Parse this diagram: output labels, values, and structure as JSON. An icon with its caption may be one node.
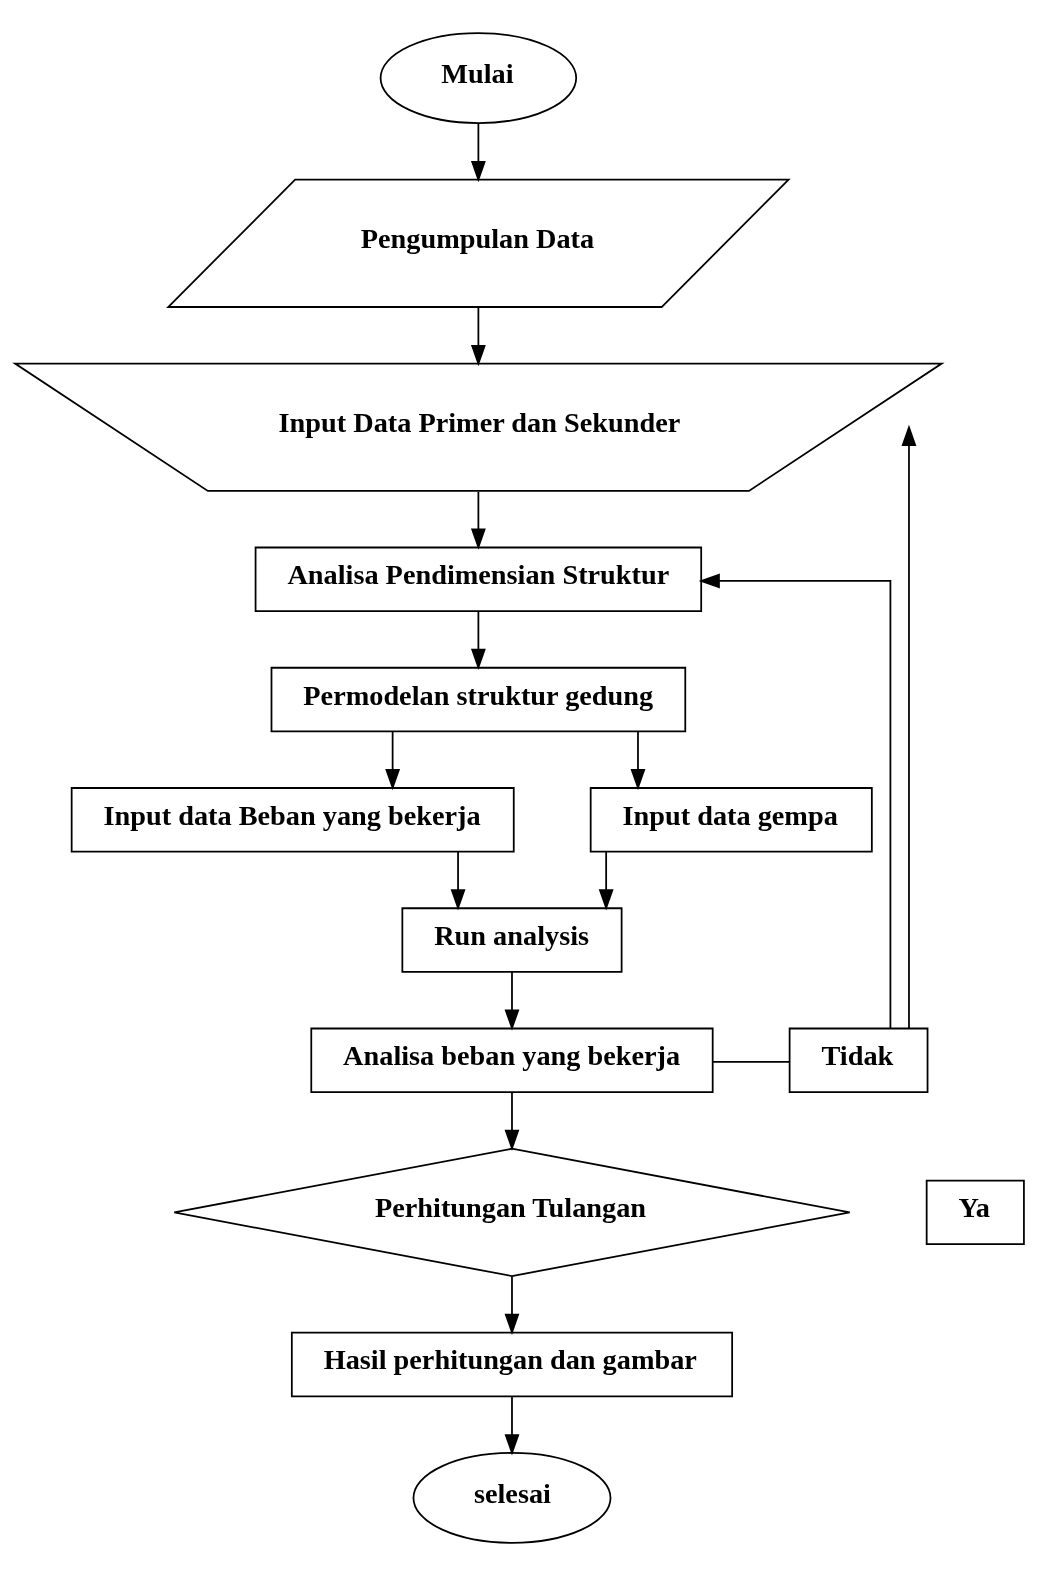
{
  "diagram": {
    "nodes": [
      {
        "text": [
          "Mulai"
        ]
      },
      {
        "text": [
          "Pengumpulan Data"
        ]
      },
      {
        "text": [
          "Input Data Primer dan Sekunder"
        ]
      },
      {
        "text": [
          "Analisa Pendimensian Struktur"
        ]
      },
      {
        "text": [
          "Permodelan struktur gedung"
        ]
      },
      {
        "text": [
          "Input data Beban yang bekerja"
        ]
      },
      {
        "text": [
          "Input data gempa"
        ]
      },
      {
        "text": [
          "Run analysis"
        ]
      },
      {
        "text": [
          "Analisa beban yang bekerja"
        ]
      },
      {
        "text": [
          "Tidak"
        ]
      },
      {
        "text": [
          "Ya"
        ]
      },
      {
        "text": [
          "Perhitungan Tulangan"
        ]
      },
      {
        "text": [
          "Hasil perhitungan dan gambar"
        ]
      },
      {
        "text": [
          "selesai"
        ]
      }
    ],
    "edges": [
      {
        "from": 0,
        "to": 1,
        "arrow": "to"
      },
      {
        "from": 1,
        "to": 2,
        "arrow": "to"
      },
      {
        "from": 2,
        "to": 3,
        "arrow": "to"
      },
      {
        "from": 3,
        "to": 4,
        "arrow": "to"
      },
      {
        "from": 4,
        "to": 5,
        "arrow": "to"
      },
      {
        "from": 4,
        "to": 6,
        "arrow": "to"
      },
      {
        "from": 5,
        "to": 7,
        "arrow": "to"
      },
      {
        "from": 6,
        "to": 7,
        "arrow": "to"
      },
      {
        "from": 7,
        "to": 8,
        "arrow": "to"
      },
      {
        "from": 8,
        "to": 9,
        "arrow": "none"
      },
      {
        "from": 9,
        "to": 2,
        "arrow": "to"
      },
      {
        "from": 9,
        "to": 3,
        "arrow": "to"
      },
      {
        "from": 8,
        "to": 11,
        "arrow": "to"
      },
      {
        "from": 11,
        "to": 12,
        "arrow": "to"
      },
      {
        "from": 12,
        "to": 13,
        "arrow": "to"
      }
    ]
  }
}
